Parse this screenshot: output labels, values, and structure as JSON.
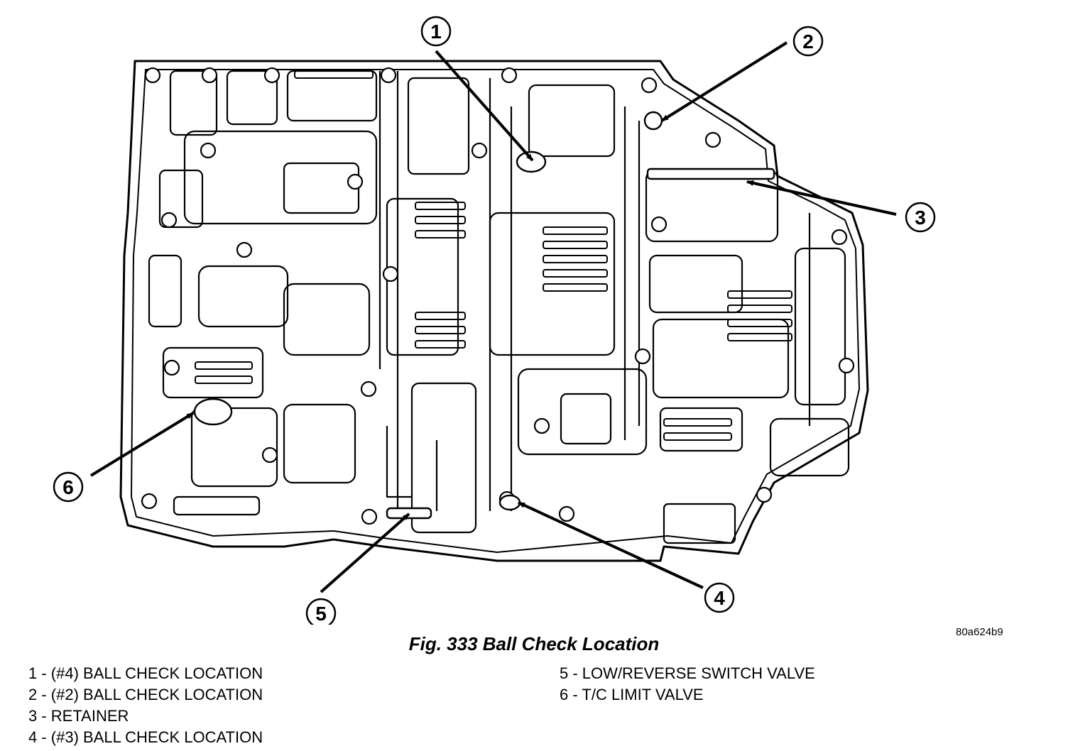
{
  "figure": {
    "code": "80a624b9",
    "caption": "Fig. 333 Ball Check Location"
  },
  "callouts": [
    {
      "number": "1"
    },
    {
      "number": "2"
    },
    {
      "number": "3"
    },
    {
      "number": "4"
    },
    {
      "number": "5"
    },
    {
      "number": "6"
    }
  ],
  "legend": {
    "left": [
      {
        "text": "1 - (#4) BALL CHECK LOCATION"
      },
      {
        "text": "2 - (#2) BALL CHECK LOCATION"
      },
      {
        "text": "3 - RETAINER"
      },
      {
        "text": "4 - (#3) BALL CHECK LOCATION"
      }
    ],
    "right": [
      {
        "text": "5 - LOW/REVERSE SWITCH VALVE"
      },
      {
        "text": "6 - T/C LIMIT VALVE"
      }
    ]
  },
  "colors": {
    "ink": "#000000",
    "paper": "#ffffff"
  }
}
